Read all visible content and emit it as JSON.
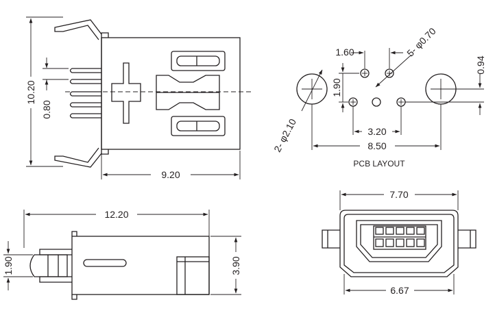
{
  "side_view": {
    "dim_height": "10.20",
    "dim_pitch": "0.80",
    "dim_length": "9.20"
  },
  "pcb_layout": {
    "caption": "PCB  LAYOUT",
    "dim_hole_offset": "1.60",
    "dim_pin_hole_dia": "5- φ0.70",
    "dim_row_spacing": "1.90",
    "dim_offset_right": "0.94",
    "dim_peg_dia": "2- φ2.10",
    "dim_pin_span": "3.20",
    "dim_peg_span": "8.50"
  },
  "bottom_view": {
    "dim_length": "12.20",
    "dim_left_height": "1.90",
    "dim_body_height": "3.90"
  },
  "front_view": {
    "dim_outer_width": "7.70",
    "dim_inner_width": "6.67"
  }
}
